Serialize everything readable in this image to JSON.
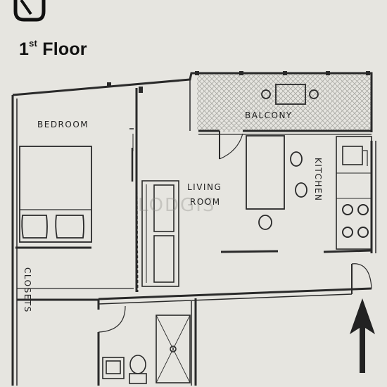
{
  "title": {
    "number": "1",
    "suffix": "st",
    "word": "Floor"
  },
  "rooms": {
    "bedroom": "BEDROOM",
    "balcony": "BALCONY",
    "living_line1": "LIVING",
    "living_line2": "ROOM",
    "kitchen": "KITCHEN",
    "closets": "CLOSETS"
  },
  "watermark": "LODGIS",
  "colors": {
    "paper": "#e6e5e0",
    "ink": "#2a2a2a",
    "balcony_hatch": "#b9b8b3"
  },
  "icons": [
    "compass-icon",
    "north-arrow-icon",
    "bed-icon",
    "stove-icon",
    "sink-icon",
    "toilet-icon",
    "shower-icon"
  ]
}
